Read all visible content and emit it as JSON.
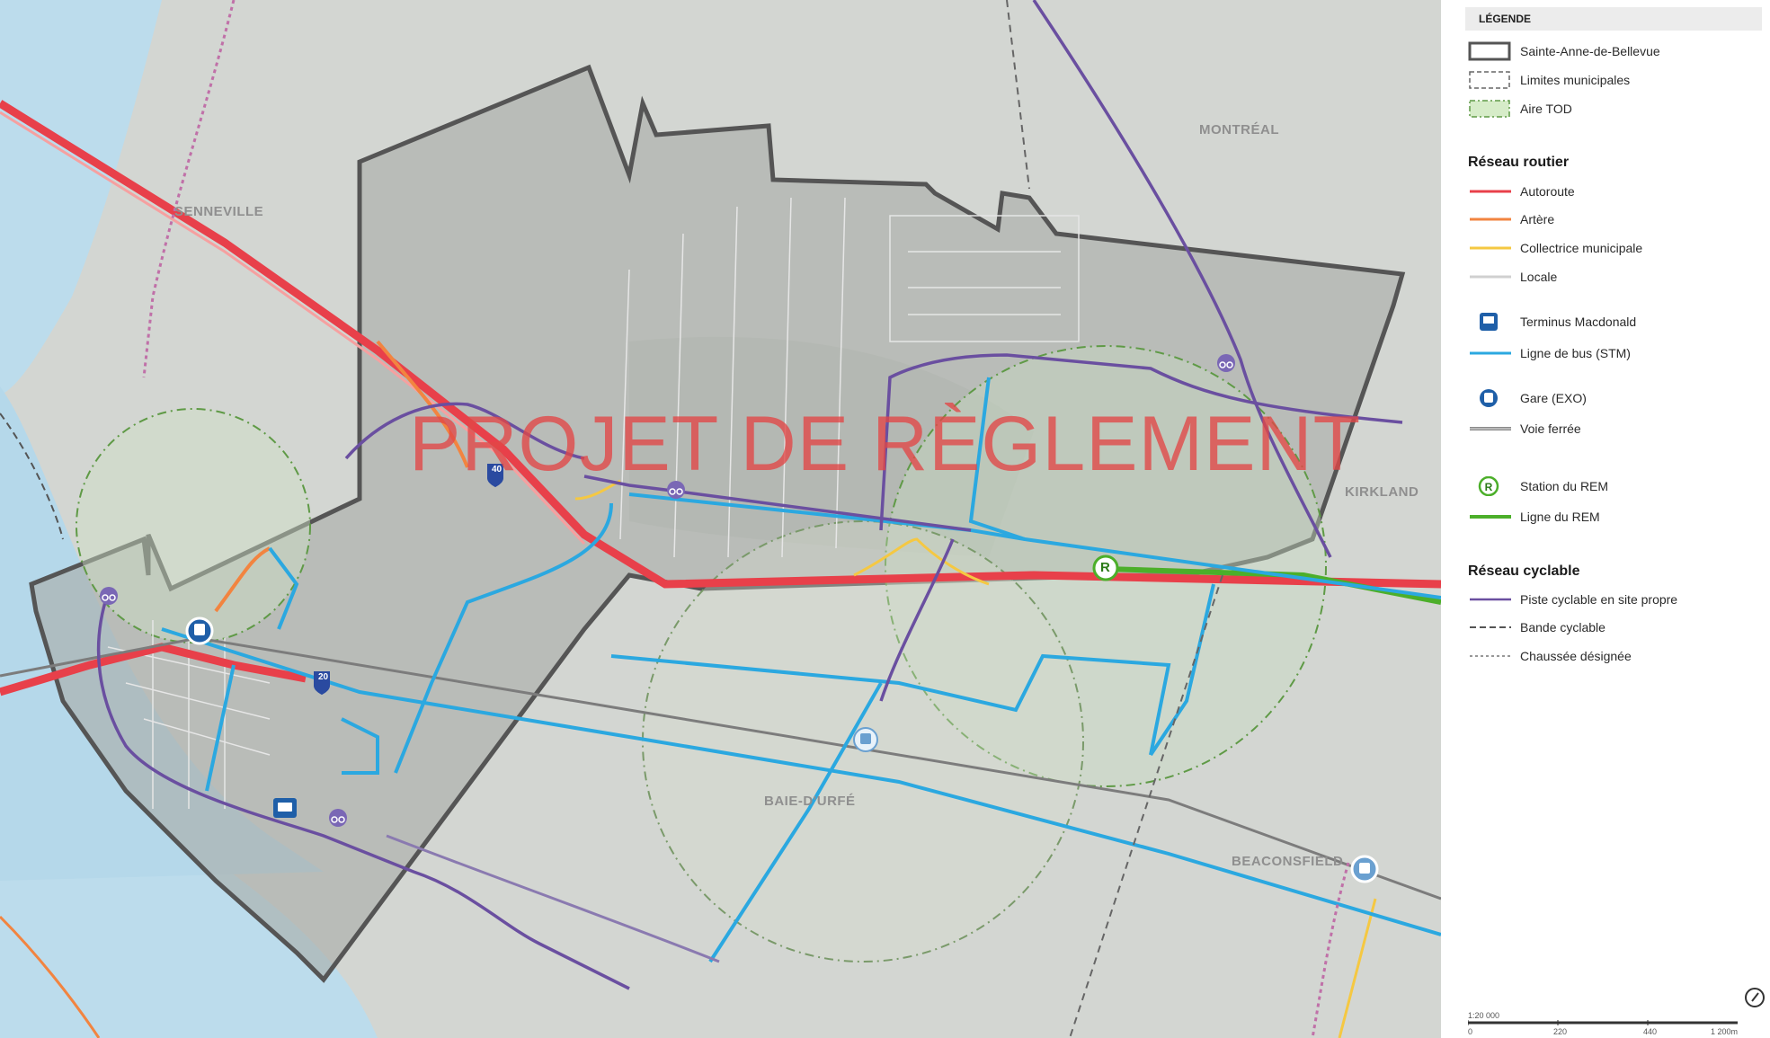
{
  "watermark": "PROJET DE RÈGLEMENT",
  "places": {
    "montreal": "MONTRÉAL",
    "senneville": "SENNEVILLE",
    "kirkland": "KIRKLAND",
    "baie_durfe": "BAIE-D'URFÉ",
    "beaconsfield": "BEACONSFIELD"
  },
  "map_markers": {
    "autoroute_40": "40",
    "autoroute_20": "20",
    "rem_station": "R"
  },
  "legend": {
    "title": "LÉGENDE",
    "items_top": [
      {
        "label": "Sainte-Anne-de-Bellevue",
        "icon": "municipality-boundary-icon"
      },
      {
        "label": "Limites municipales",
        "icon": "municipal-limits-icon"
      },
      {
        "label": "Aire TOD",
        "icon": "tod-area-icon"
      }
    ],
    "section_road": "Réseau routier",
    "road_items": [
      {
        "label": "Autoroute",
        "color": "#e8404a"
      },
      {
        "label": "Artère",
        "color": "#f28440"
      },
      {
        "label": "Collectrice municipale",
        "color": "#f5c842"
      },
      {
        "label": "Locale",
        "color": "#d0d0d0"
      }
    ],
    "transit_items": [
      {
        "label": "Terminus Macdonald",
        "icon": "bus-terminal-icon"
      },
      {
        "label": "Ligne de bus (STM)",
        "color": "#2ba8e0"
      },
      {
        "label": "Gare (EXO)",
        "icon": "train-station-icon"
      },
      {
        "label": "Voie ferrée",
        "color": "#8a8a8a"
      },
      {
        "label": "Station du REM",
        "icon": "rem-station-icon"
      },
      {
        "label": "Ligne du REM",
        "color": "#4caf2a"
      }
    ],
    "section_cycle": "Réseau cyclable",
    "cycle_items": [
      {
        "label": "Piste cyclable en site propre",
        "color": "#6a4fa0"
      },
      {
        "label": "Bande cyclable",
        "color": "#555555"
      },
      {
        "label": "Chaussée désignée",
        "color": "#777777"
      }
    ],
    "scale_ratio": "1:20 000",
    "scale_ticks": [
      "0",
      "220",
      "440",
      "1 200m"
    ]
  },
  "colors": {
    "water": "#bcdcec",
    "land": "#d4d8d4",
    "boundary": "#555555",
    "bike_path": "#6a4fa0",
    "bus": "#2ba8e0"
  }
}
